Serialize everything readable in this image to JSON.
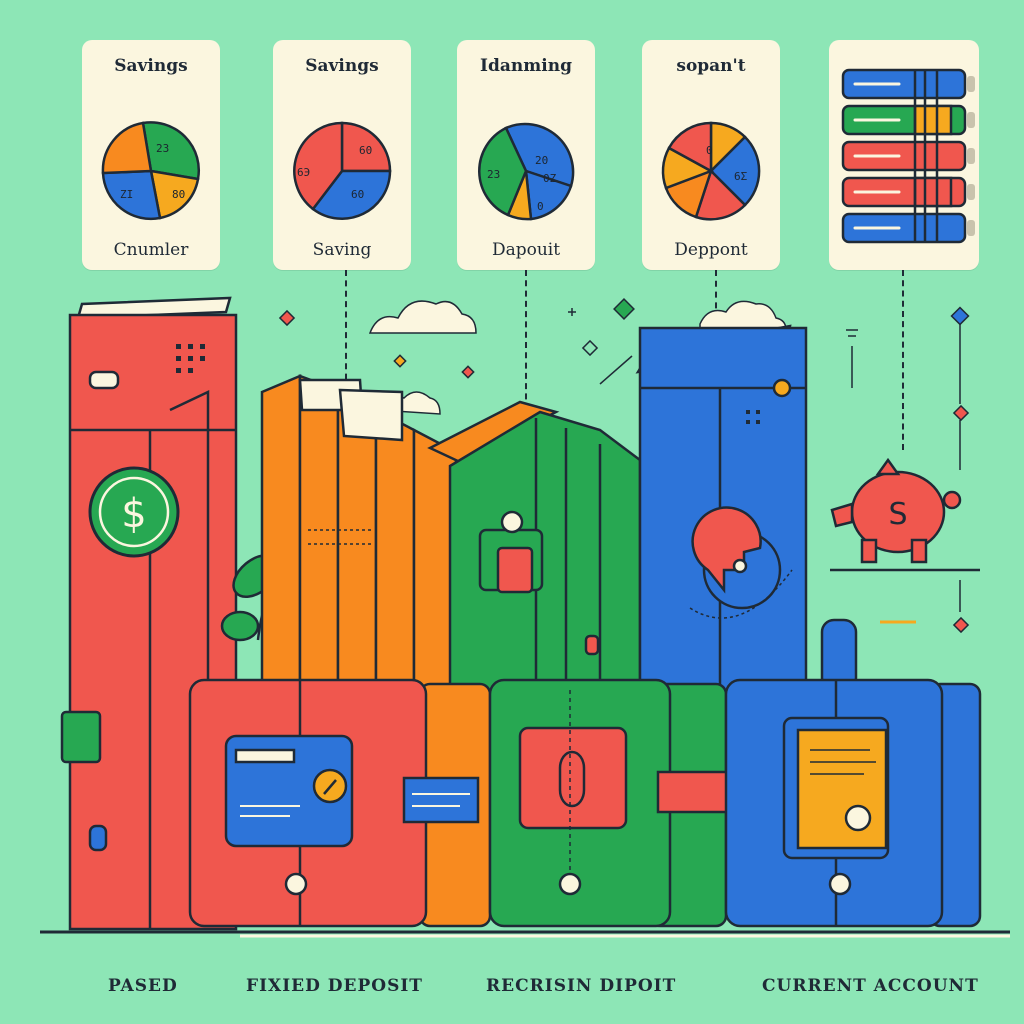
{
  "cards": [
    {
      "title": "Savings",
      "footer": "Cnumler",
      "slice_labels": [
        "23",
        "ZI",
        "80"
      ]
    },
    {
      "title": "Savings",
      "footer": "Saving",
      "slice_labels": [
        "6Э",
        "60",
        "60"
      ]
    },
    {
      "title": "Idanming",
      "footer": "Dapouit",
      "slice_labels": [
        "20",
        "23",
        "0Z",
        "0"
      ]
    },
    {
      "title": "sopan't",
      "footer": "Deppont",
      "slice_labels": [
        "0",
        "6Σ"
      ]
    }
  ],
  "bottom_labels": [
    "PASED",
    "FIXIED DEPOSIT",
    "RECRISIN DIPOIT",
    "CURRENT ACCOUNT"
  ],
  "icons": {
    "dollar": "$",
    "piggy": "S"
  },
  "colors": {
    "background": "#8de6b6",
    "red": "#f0574e",
    "orange": "#f88a1f",
    "green": "#27a852",
    "blue": "#2d74d9",
    "yellow": "#f6a91f",
    "cream": "#fbf6df",
    "ink": "#1f2a36"
  }
}
